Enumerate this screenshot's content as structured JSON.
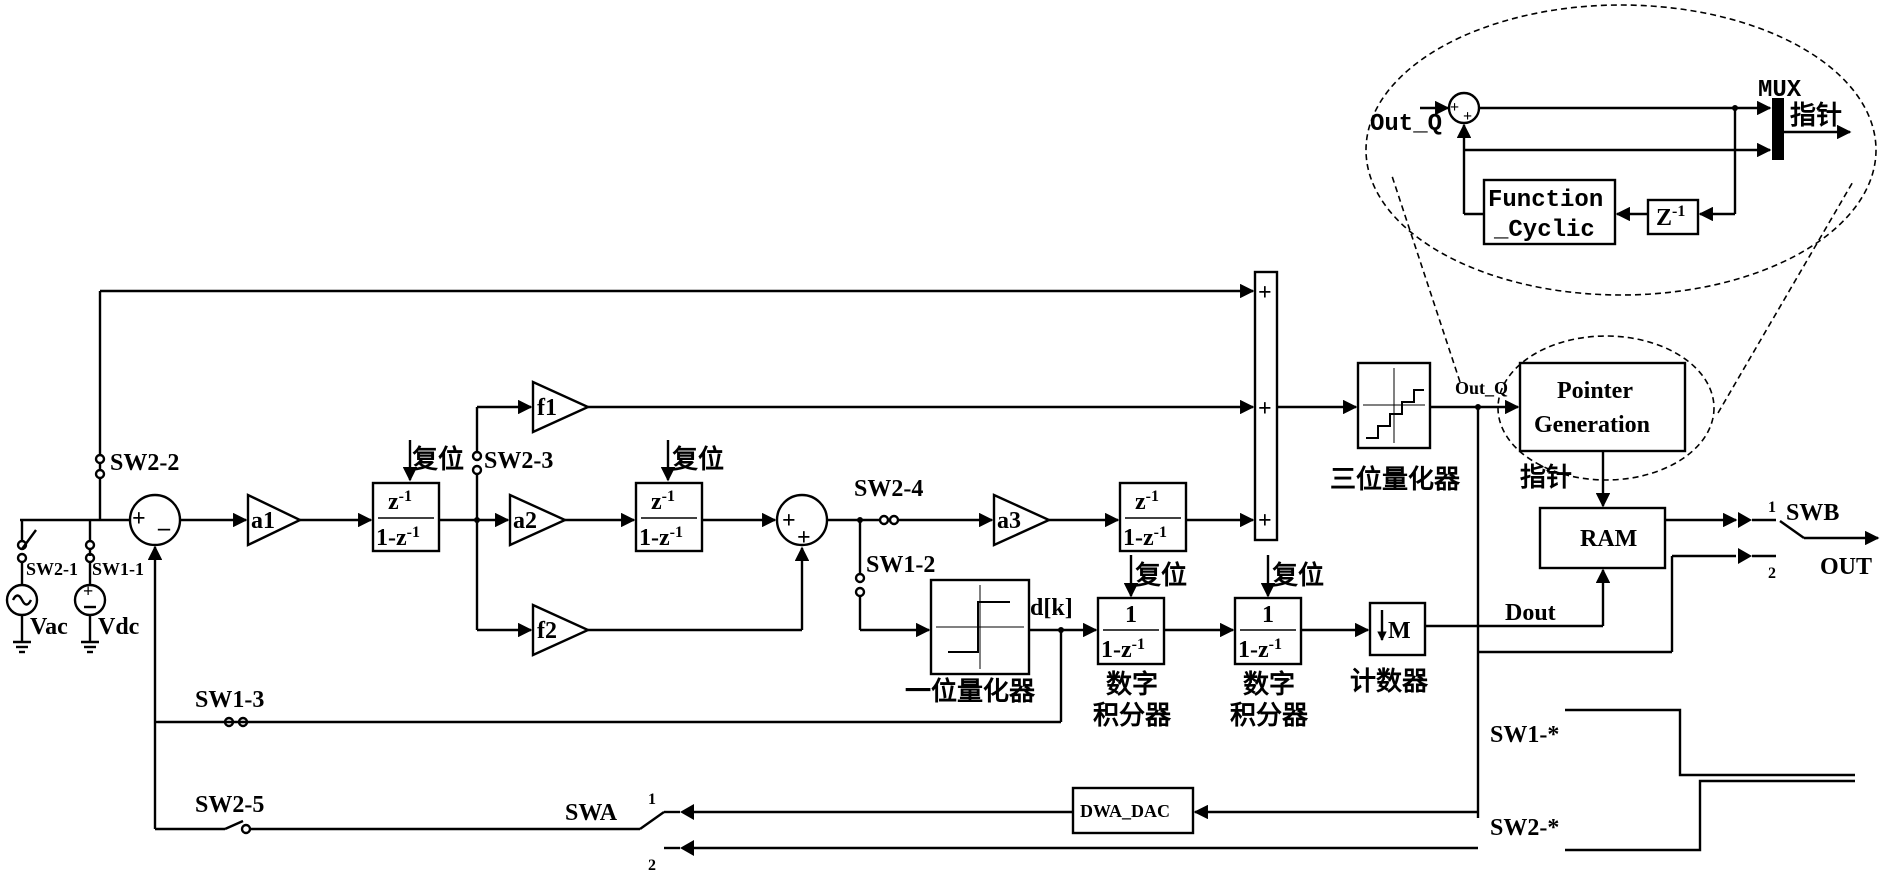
{
  "sources": {
    "vac": "Vac",
    "vdc": "Vdc",
    "sw2_1": "SW2-1",
    "sw1_1": "SW1-1"
  },
  "switches": {
    "sw2_2": "SW2-2",
    "sw2_3": "SW2-3",
    "sw2_4": "SW2-4",
    "sw1_2": "SW1-2",
    "sw1_3": "SW1-3",
    "sw2_5": "SW2-5",
    "swa": "SWA",
    "swb": "SWB"
  },
  "gains": {
    "a1": "a1",
    "a2": "a2",
    "a3": "a3",
    "f1": "f1",
    "f2": "f2"
  },
  "integrator": {
    "num": "z",
    "num_exp": "-1",
    "den_a": "1-z",
    "den_b": "-1",
    "unit": "1"
  },
  "reset_label": "复位",
  "signs": {
    "plus": "+",
    "minus": "_"
  },
  "blocks": {
    "three_level": "三位量化器",
    "one_bit": "一位量化器",
    "dk": "d[k]",
    "digital_int_top": "数字",
    "digital_int_bottom": "积分器",
    "counter_symbol": "M",
    "counter": "计数器",
    "pointer_gen_1": "Pointer",
    "pointer_gen_2": "Generation",
    "pointer": "指针",
    "ram": "RAM",
    "dout": "Dout",
    "out": "OUT",
    "out_q": "Out_Q",
    "dwa": "DWA_DAC",
    "sw1_star": "SW1-*",
    "sw2_star": "SW2-*",
    "port1": "1",
    "port2": "2"
  },
  "inset": {
    "out_q": "Out_Q",
    "mux": "MUX",
    "pointer": "指针",
    "func_1": "Function",
    "func_2": "_Cyclic",
    "delay": "Z",
    "delay_exp": "-1",
    "plus1": "+",
    "plus2": "+"
  }
}
